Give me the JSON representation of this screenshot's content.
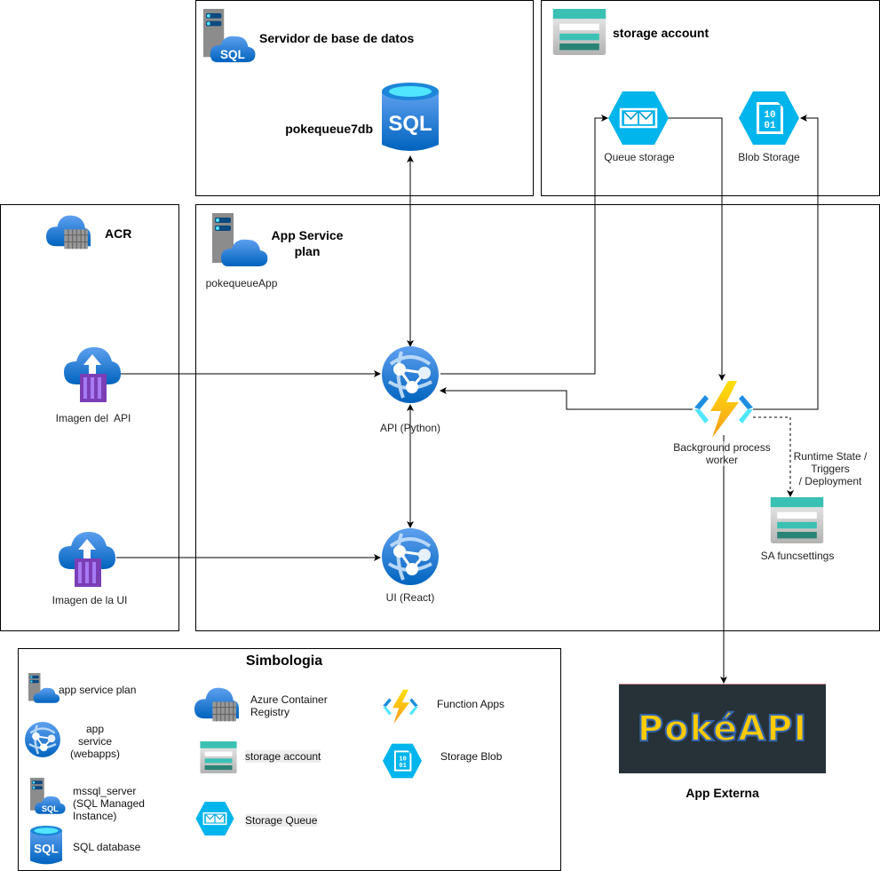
{
  "groups": {
    "sql_server": {
      "title": "Servidor de base de datos",
      "db_label": "pokequeue7db"
    },
    "storage": {
      "title": "storage account",
      "queue_label": "Queue storage",
      "blob_label": "Blob Storage"
    },
    "acr": {
      "title": "ACR",
      "api_image": "Imagen del  API",
      "ui_image": "Imagen de la UI"
    },
    "app_plan": {
      "title_line1": "App Service",
      "title_line2": "plan",
      "app_name": "pokequeueApp",
      "api": "API (Python)",
      "ui": "UI (React)"
    }
  },
  "function": {
    "label_line1": "Background process",
    "label_line2": "worker"
  },
  "edge_label": {
    "line1": "Runtime State /",
    "line2": "Triggers",
    "line3": "/ Deployment"
  },
  "sa_func": "SA funcsettings",
  "external": {
    "logo_text": "PokéAPI",
    "label": "App Externa"
  },
  "legend": {
    "title": "Simbologia",
    "app_service_plan": "app service plan",
    "app_service_1": "app",
    "app_service_2": "service",
    "app_service_3": "(webapps)",
    "mssql_1": "mssql_server",
    "mssql_2": "(SQL Managed",
    "mssql_3": "Instance)",
    "sql_db": "SQL database",
    "acr_1": "Azure Container",
    "acr_2": "Registry",
    "storage_account": "storage account",
    "storage_queue": "Storage Queue",
    "function_apps": "Function Apps",
    "storage_blob": "Storage Blob"
  },
  "colors": {
    "azure_blue": "#0078d4",
    "storage_teal": "#3bc1b4",
    "function_yellow": "#fcd116",
    "pokeapi_bg": "#263238",
    "pokeapi_yellow": "#ffcb05"
  }
}
